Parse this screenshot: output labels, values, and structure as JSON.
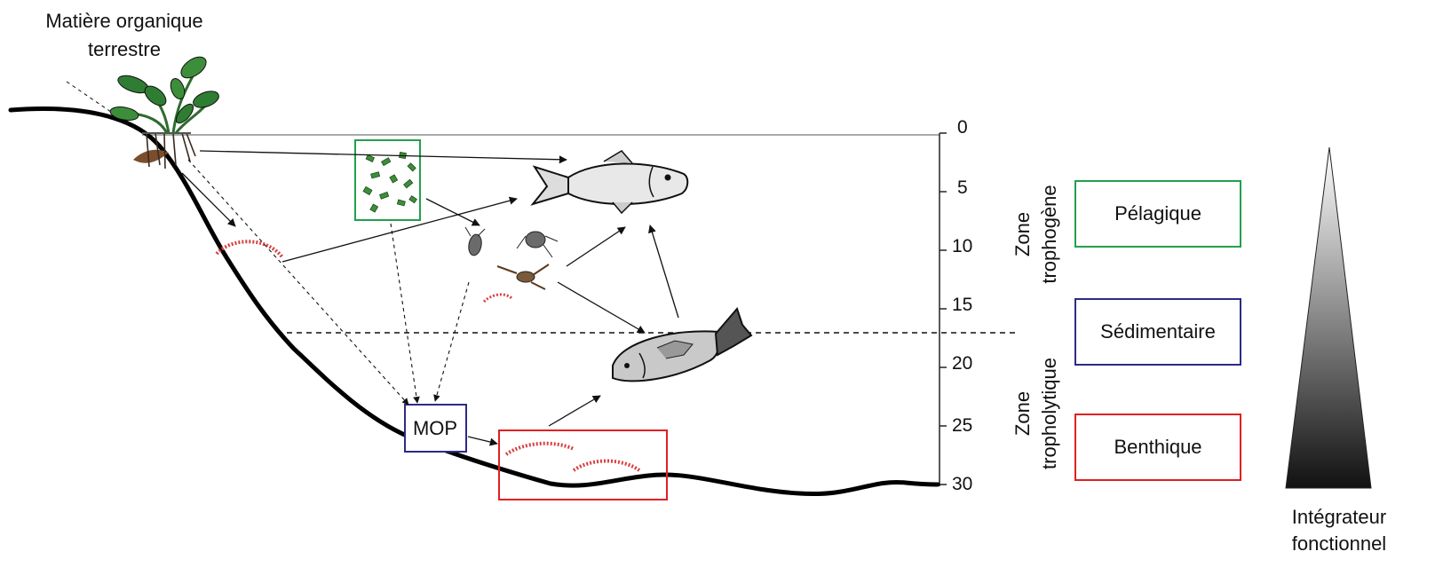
{
  "source_label_lines": [
    "Matière organique",
    "terrestre"
  ],
  "mop_label": "MOP",
  "depth_ticks": [
    "0",
    "5",
    "10",
    "15",
    "20",
    "25",
    "30"
  ],
  "zone_upper": [
    "Zone",
    "trophogène"
  ],
  "zone_lower": [
    "Zone",
    "tropholytique"
  ],
  "compartments": [
    {
      "label": "Pélagique",
      "color": "#22a04b"
    },
    {
      "label": "Sédimentaire",
      "color": "#2e2a86"
    },
    {
      "label": "Benthique",
      "color": "#e02020"
    }
  ],
  "integrator_label": [
    "Intégrateur",
    "fonctionnel"
  ],
  "colors": {
    "pelagic": "#22a04b",
    "sediment": "#2e2a86",
    "benthic": "#e02020",
    "worm": "#d94040",
    "plant": "#2f7d32"
  },
  "icons": [
    "terrestrial-plant-icon",
    "phytoplankton-icon",
    "zooplankton-icon",
    "worm-icon",
    "fish-icon"
  ]
}
